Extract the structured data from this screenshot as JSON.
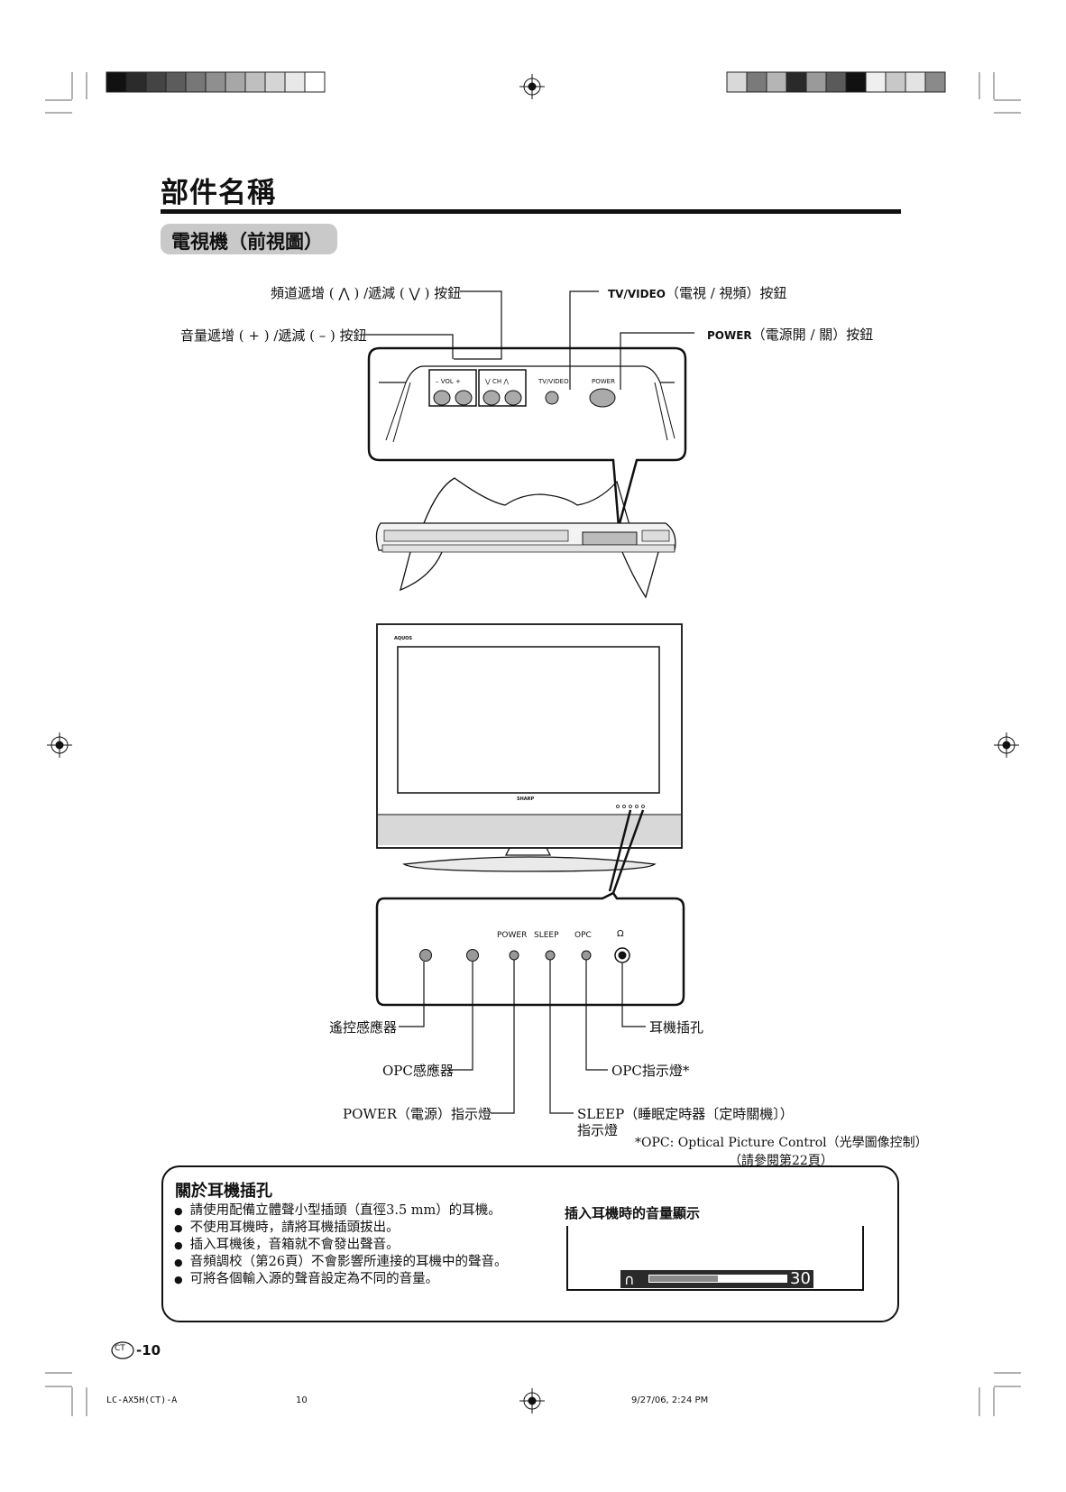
{
  "page": {
    "title": "部件名稱",
    "subtitle": "電視機（前視圖）",
    "page_label": "-10",
    "region_badge": "CT"
  },
  "diagram": {
    "callouts": {
      "ch_buttons": "頻道遞增 ( ⋀ ) /遞減 ( ⋁ ) 按鈕",
      "vol_buttons": "音量遞增 ( + ) /遞減 ( – ) 按鈕",
      "tvvideo_prefix": "TV/VIDEO",
      "tvvideo_button": "（電視 / 視頻）按鈕",
      "power_prefix": "POWER",
      "power_button": "（電源開 / 關）按鈕",
      "remote_sensor": "遙控感應器",
      "opc_sensor": "OPC感應器",
      "power_indicator": "POWER（電源）指示燈",
      "headphone_jack": "耳機插孔",
      "opc_indicator": "OPC指示燈*",
      "sleep_indicator_line1": "SLEEP（睡眠定時器〔定時關機〕）",
      "sleep_indicator_line2": "指示燈",
      "opc_note": "*OPC:  Optical  Picture  Control（光學圖像控制）",
      "opc_note_ref": "（請參閱第22頁）"
    },
    "panel_labels": {
      "vol": "– VOL +",
      "ch": "⋁ CH ⋀",
      "tvvideo": "TV/VIDEO",
      "power": "POWER"
    },
    "indicator_labels": {
      "power": "POWER",
      "sleep": "SLEEP",
      "opc": "OPC",
      "headphone": "Ω"
    },
    "tv_brand": "SHARP",
    "tv_series": "AQUOS"
  },
  "headphone_section": {
    "title": "關於耳機插孔",
    "bullets": [
      "請使用配備立體聲小型插頭（直徑3.5  mm）的耳機。",
      "不使用耳機時，請將耳機插頭拔出。",
      "插入耳機後，音箱就不會發出聲音。",
      "音頻調校（第26頁）不會影響所連接的耳機中的聲音。",
      "可將各個輸入源的聲音設定為不同的音量。"
    ],
    "volume_display_title": "插入耳機時的音量顯示",
    "volume_value": "30",
    "volume_level": 0.5
  },
  "footer": {
    "model": "LC-AX5H(CT)-A",
    "page_number": "10",
    "timestamp": "9/27/06, 2:24 PM"
  }
}
